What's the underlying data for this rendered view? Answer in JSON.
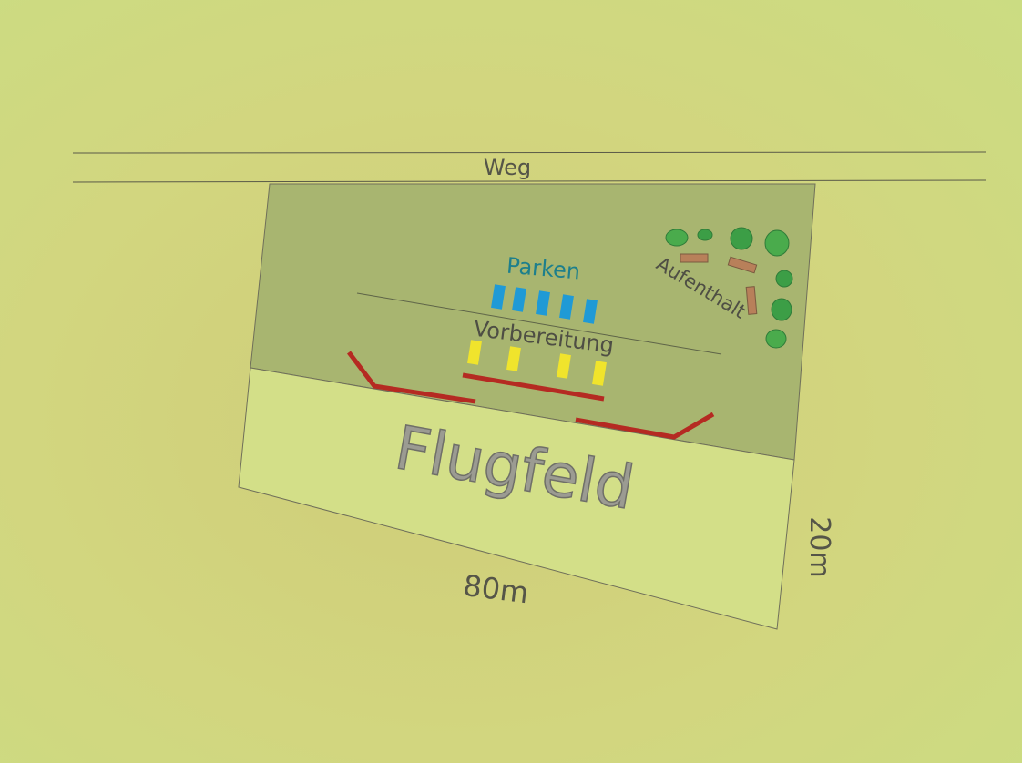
{
  "labels": {
    "road": "Weg",
    "parking": "Parken",
    "preparation": "Vorbereitung",
    "lounge": "Aufenthalt",
    "airfield": "Flugfeld",
    "length": "80m",
    "width": "20m"
  },
  "colors": {
    "background": "#d2d67f",
    "field_upper": "#a8b570",
    "airfield": "#d3df88",
    "boundary_red": "#b52a22",
    "parking_blue": "#1f9ad6",
    "prep_yellow": "#f0e42c",
    "tree_green": "#3c9e46",
    "bench_brown": "#b8805a",
    "parking_text": "#1d7f8c",
    "outline": "#6f6f5a"
  }
}
